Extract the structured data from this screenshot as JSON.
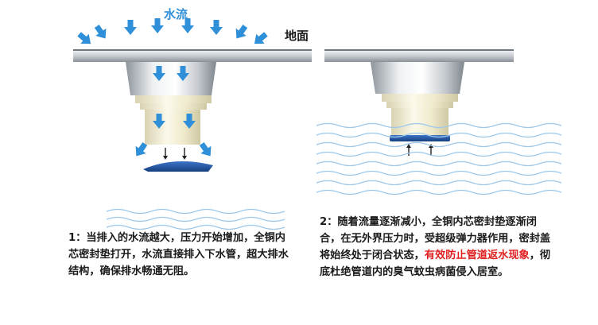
{
  "labels": {
    "water_flow": "水流",
    "ground": "地面"
  },
  "caption_left": {
    "text": "1：当排入的水流越大，压力开始增加，全铜内芯密封垫打开，水流直接排入下水管，超大排水结构，确保排水畅通无阻。"
  },
  "caption_right": {
    "part1": "2：随着流量逐渐减小，全铜内芯密封垫逐渐闭合，在无外界压力时，受超级弹力器作用，密封盖将始终处于闭合状态，",
    "highlight": "有效防止管道返水现象",
    "part2": "，彻底杜绝管道内的臭气蚊虫病菌侵入居室。"
  },
  "colors": {
    "arrow_blue": "#2f8fd8",
    "seal_blue": "#1e4fa0",
    "steel": "#b9bec4",
    "water_line": "#9ec8ea",
    "highlight_red": "#e02020"
  },
  "icons": {
    "flow_arrow": "arrow-down-icon",
    "pressure_arrow": "small-arrow-icon"
  }
}
